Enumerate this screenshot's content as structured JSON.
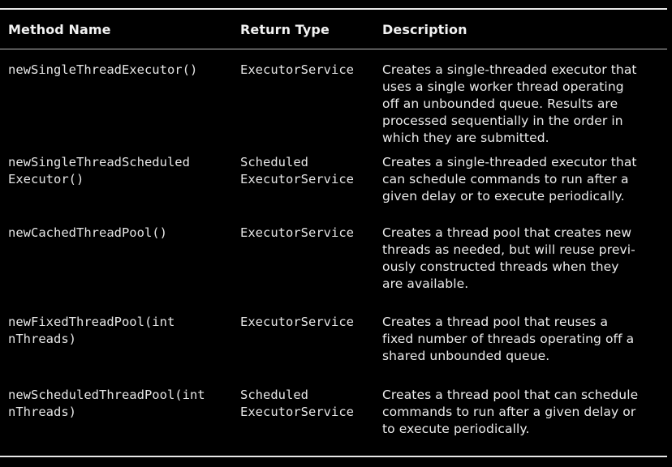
{
  "table": {
    "headers": {
      "method": "Method Name",
      "return_type": "Return Type",
      "description": "Description"
    },
    "rows": [
      {
        "method": "newSingleThreadExecutor()",
        "return_type": "ExecutorService",
        "description": "Creates a single-threaded executor that\nuses a single worker thread operating\noff an unbounded queue. Results are\nprocessed sequentially in the order in\nwhich they are submitted."
      },
      {
        "method": "newSingleThreadScheduled\nExecutor()",
        "return_type": "Scheduled\nExecutorService",
        "description": "Creates a single-threaded executor that\ncan schedule commands to run after a\ngiven delay or to execute periodically."
      },
      {
        "method": "newCachedThreadPool()",
        "return_type": "ExecutorService",
        "description": "Creates a thread pool that creates new\nthreads as needed, but will reuse previ-\nously constructed threads when they\nare available."
      },
      {
        "method": "newFixedThreadPool(int\nnThreads)",
        "return_type": "ExecutorService",
        "description": "Creates a thread pool that reuses a\nfixed number of threads operating off a\nshared unbounded queue."
      },
      {
        "method": "newScheduledThreadPool(int\nnThreads)",
        "return_type": "Scheduled\nExecutorService",
        "description": "Creates a thread pool that can schedule\ncommands to run after a given delay or\nto execute periodically."
      }
    ]
  }
}
